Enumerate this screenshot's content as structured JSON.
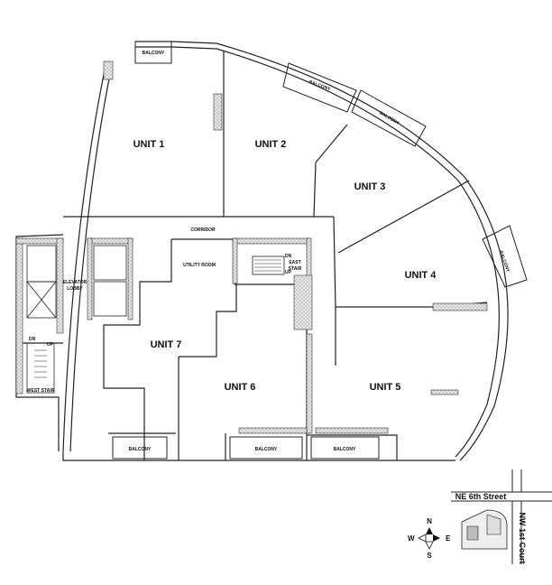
{
  "units": [
    "UNIT 1",
    "UNIT 2",
    "UNIT 3",
    "UNIT 4",
    "UNIT 5",
    "UNIT 6",
    "UNIT 7"
  ],
  "rooms": {
    "corridor": "CORRIDOR",
    "utility_room": "UTILITY ROOM",
    "elevator_lobby_1": "ELEVATOR",
    "elevator_lobby_2": "LOBBY",
    "east_stair_1": "EAST",
    "east_stair_2": "STAIR",
    "west_stair": "WEST STAIR",
    "dn": "DN",
    "up": "UP"
  },
  "balcony_label": "BALCONY",
  "streets": {
    "north": "NE 6th Street",
    "east": "NW 1st Court"
  },
  "compass": {
    "n": "N",
    "s": "S",
    "e": "E",
    "w": "W"
  }
}
